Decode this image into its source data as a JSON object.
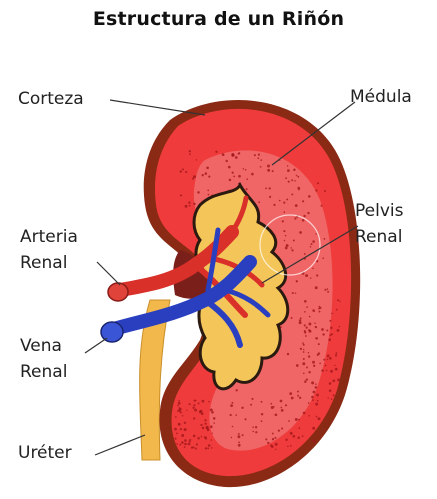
{
  "title": "Estructura de un Riñón",
  "labels": {
    "corteza": "Corteza",
    "medula": "Médula",
    "pelvis_line1": "Pelvis",
    "pelvis_line2": "Renal",
    "arteria_line1": "Arteria",
    "arteria_line2": "Renal",
    "vena_line1": "Vena",
    "vena_line2": "Renal",
    "ureter": "Uréter"
  },
  "colors": {
    "capsule": "#8a2a14",
    "cortex": "#ef3b3b",
    "medulla": "#f06a6a",
    "dots": "#a3161c",
    "pelvis": "#f4c65a",
    "pelvis_outline": "#2b1a10",
    "artery": "#d9302a",
    "vein": "#2a3fbf",
    "ureter": "#f2b84b",
    "leader": "#333333"
  }
}
